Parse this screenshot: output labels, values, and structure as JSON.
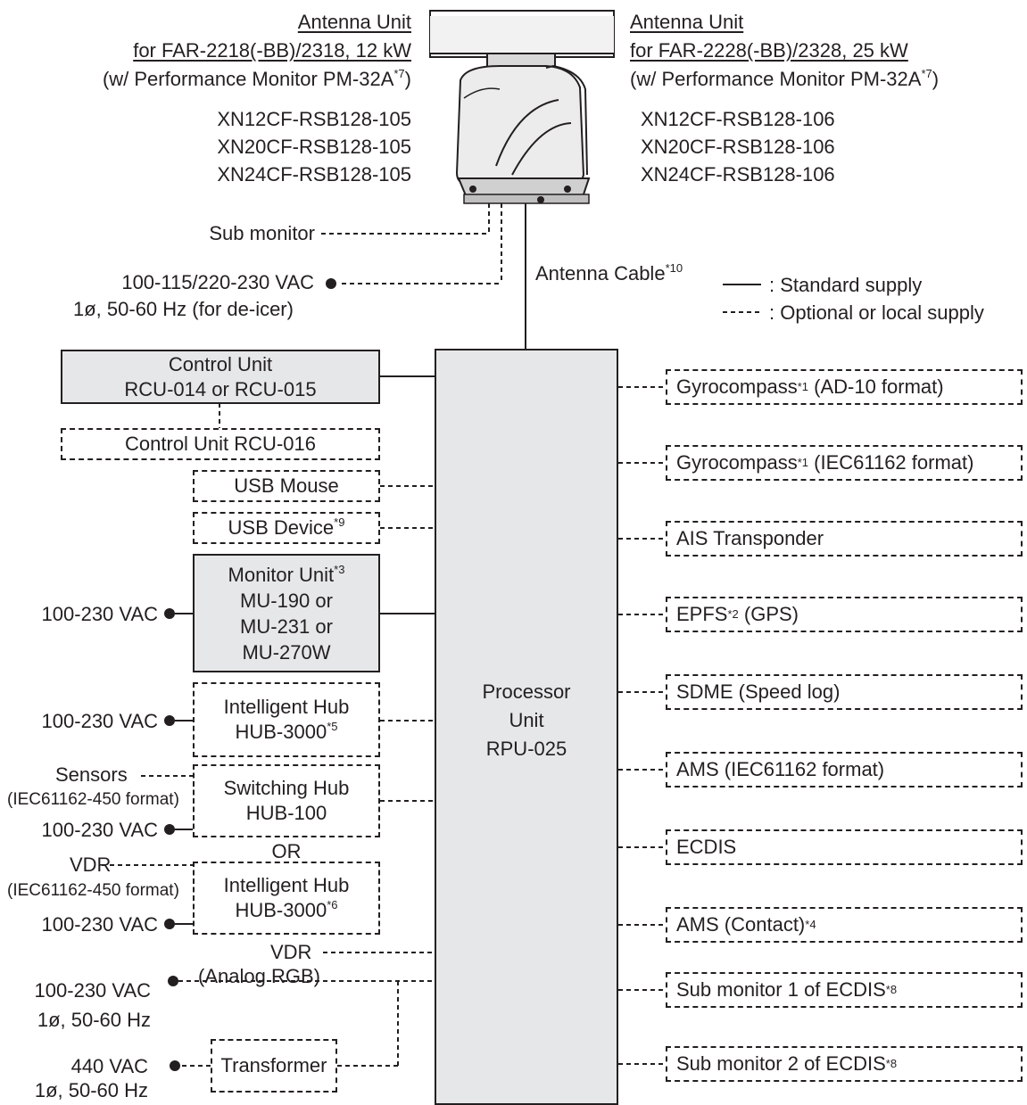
{
  "antenna_left": {
    "title_line1": "Antenna Unit",
    "title_line2": "for FAR-2218(-BB)/2318, 12 kW",
    "note": "(w/ Performance Monitor PM-32A",
    "note_sup": "*7",
    "note_end": ")",
    "models": [
      "XN12CF-RSB128-105",
      "XN20CF-RSB128-105",
      "XN24CF-RSB128-105"
    ]
  },
  "antenna_right": {
    "title_line1": "Antenna Unit",
    "title_line2": "for FAR-2228(-BB)/2328, 25 kW",
    "note": "(w/ Performance Monitor PM-32A",
    "note_sup": "*7",
    "note_end": ")",
    "models": [
      "XN12CF-RSB128-106",
      "XN20CF-RSB128-106",
      "XN24CF-RSB128-106"
    ]
  },
  "sub_monitor_top": "Sub monitor",
  "deicer_power": {
    "line1": "100-115/220-230 VAC",
    "line2": "1ø, 50-60 Hz (for de-icer)"
  },
  "antenna_cable": {
    "text": "Antenna Cable",
    "sup": "*10"
  },
  "legend": {
    "standard": ": Standard supply",
    "optional": ": Optional or local supply"
  },
  "control_unit": {
    "line1": "Control Unit",
    "line2": "RCU-014 or RCU-015"
  },
  "control_unit_016": "Control Unit RCU-016",
  "usb_mouse": "USB Mouse",
  "usb_device": {
    "text": "USB Device",
    "sup": "*9"
  },
  "monitor_unit": {
    "line1": "Monitor Unit",
    "sup": "*3",
    "line2": "MU-190 or",
    "line3": "MU-231 or",
    "line4": "MU-270W"
  },
  "monitor_power": "100-230 VAC",
  "hub1": {
    "line1": "Intelligent Hub",
    "line2": "HUB-3000",
    "sup": "*5",
    "power": "100-230 VAC"
  },
  "switch_hub": {
    "line1": "Switching Hub",
    "line2": "HUB-100",
    "sensors": "Sensors",
    "format": "(IEC61162-450 format)",
    "power": "100-230 VAC"
  },
  "or_label": "OR",
  "hub2": {
    "line1": "Intelligent Hub",
    "line2": "HUB-3000",
    "sup": "*6",
    "vdr": "VDR",
    "format": "(IEC61162-450 format)",
    "power": "100-230 VAC"
  },
  "vdr_rgb": {
    "line1": "VDR",
    "line2": "(Analog RGB)"
  },
  "main_power": {
    "line1": "100-230 VAC",
    "line2": "1ø, 50-60 Hz"
  },
  "transformer": {
    "label": "Transformer",
    "line1": "440 VAC",
    "line2": "1ø, 50-60 Hz"
  },
  "processor": {
    "line1": "Processor",
    "line2": "Unit",
    "line3": "RPU-025"
  },
  "right_items": [
    {
      "pre": "Gyrocompass",
      "sup": "*1",
      "post": " (AD-10 format)"
    },
    {
      "pre": "Gyrocompass",
      "sup": "*1",
      "post": " (IEC61162 format)"
    },
    {
      "pre": "AIS Transponder",
      "sup": "",
      "post": ""
    },
    {
      "pre": "EPFS",
      "sup": "*2",
      "post": " (GPS)"
    },
    {
      "pre": "SDME (Speed log)",
      "sup": "",
      "post": ""
    },
    {
      "pre": "AMS (IEC61162 format)",
      "sup": "",
      "post": ""
    },
    {
      "pre": "ECDIS",
      "sup": "",
      "post": ""
    },
    {
      "pre": "AMS (Contact)",
      "sup": "*4",
      "post": ""
    },
    {
      "pre": "Sub monitor 1 of ECDIS",
      "sup": "*8",
      "post": ""
    },
    {
      "pre": "Sub monitor 2 of ECDIS",
      "sup": "*8",
      "post": ""
    }
  ]
}
